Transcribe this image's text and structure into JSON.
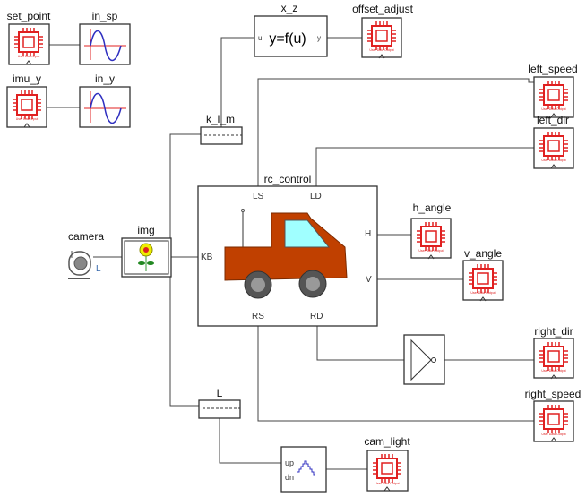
{
  "blocks": {
    "set_point": {
      "label": "set_point",
      "caption": "User Data Input"
    },
    "imu_y": {
      "label": "imu_y",
      "caption": "User Data Input"
    },
    "in_sp": {
      "label": "in_sp"
    },
    "in_y": {
      "label": "in_y"
    },
    "x_z": {
      "label": "x_z",
      "expr": "y=f(u)",
      "in_port": "u",
      "out_port": "y"
    },
    "offset_adjust": {
      "label": "offset_adjust",
      "caption": "User Data Output"
    },
    "left_speed": {
      "label": "left_speed",
      "caption": "User Data Output"
    },
    "left_dir": {
      "label": "left_dir",
      "caption": "User Data Output"
    },
    "k_l_m": {
      "label": "k_l_m"
    },
    "rc_control": {
      "label": "rc_control",
      "ports": {
        "ls": "LS",
        "ld": "LD",
        "kb": "KB",
        "h": "H",
        "v": "V",
        "rs": "RS",
        "rd": "RD"
      }
    },
    "h_angle": {
      "label": "h_angle",
      "caption": "User Data Output"
    },
    "v_angle": {
      "label": "v_angle",
      "caption": "User Data Output"
    },
    "camera": {
      "label": "camera",
      "port_l": "L"
    },
    "img": {
      "label": "img"
    },
    "right_dir": {
      "label": "right_dir",
      "caption": "User Data Output"
    },
    "right_speed": {
      "label": "right_speed",
      "caption": "User Data Output"
    },
    "L": {
      "label": "L"
    },
    "counter": {
      "up": "up",
      "dn": "dn"
    },
    "cam_light": {
      "label": "cam_light",
      "caption": "User Data Output"
    }
  },
  "colors": {
    "chip": "#e02020",
    "truck": "#c04000",
    "window": "#a0ffff",
    "wave": "#3030c0",
    "axis": "#e02020"
  }
}
